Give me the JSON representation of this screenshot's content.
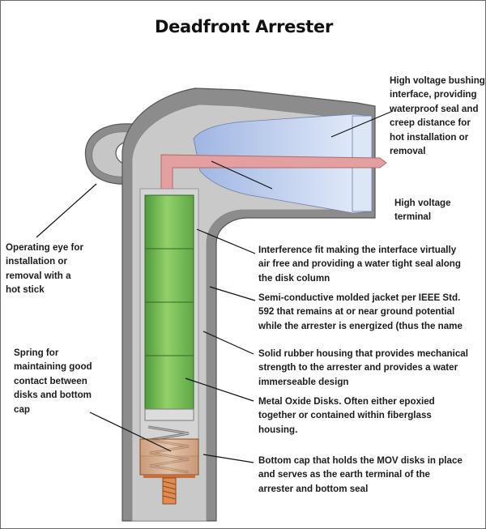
{
  "title": "Deadfront Arrester",
  "labels": {
    "bushing": [
      "High voltage bushing",
      "interface, providing",
      "waterproof seal and",
      "creep distance for",
      "hot installation or",
      "removal"
    ],
    "terminal": [
      "High voltage",
      "terminal"
    ],
    "eye": [
      "Operating eye for",
      "installation or",
      "removal with a",
      "hot stick"
    ],
    "interference": [
      "Interference fit making the interface virtually",
      "air free and providing a water tight seal along",
      "the disk column"
    ],
    "jacket": [
      "Semi-conductive molded jacket per IEEE Std.",
      "592  that remains at or near ground potential",
      "while the arrester is energized (thus the name"
    ],
    "housing": [
      "Solid rubber housing that provides mechanical",
      "strength to the arrester and provides a water",
      "immerseable design"
    ],
    "disks": [
      "Metal Oxide Disks.  Often either epoxied",
      "together or contained within fiberglass",
      "housing."
    ],
    "spring": [
      "Spring for",
      "maintaining good",
      "contact between",
      "disks and bottom",
      "cap"
    ],
    "bottom_cap": [
      "Bottom cap that holds the MOV disks in place",
      "and serves as the earth terminal of the",
      "arrester and bottom seal"
    ]
  },
  "colors": {
    "jacket_gray": "#8c8c8c",
    "housing_gray": "#c9c9c9",
    "disk_green": "#7fc35a",
    "bushing_blue": "#cfdcf3",
    "conductor_pink": "#e4a0a0",
    "cap_orange": "#e6a06a"
  }
}
